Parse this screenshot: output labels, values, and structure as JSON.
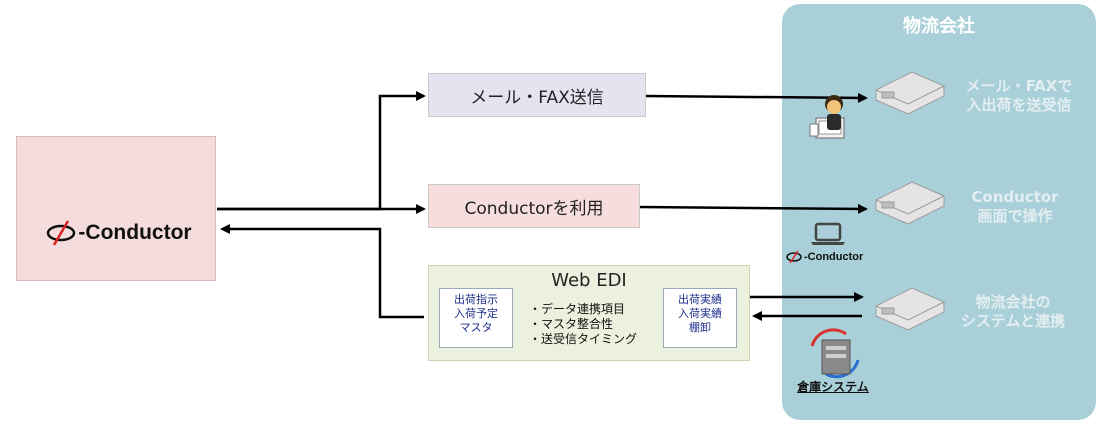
{
  "logistics": {
    "title": "物流会社"
  },
  "client": {
    "logo_text": "-Conductor"
  },
  "methods": {
    "mail": "メール・FAX送信",
    "conductor": "Conductorを利用",
    "webedi": {
      "title": "Web EDI",
      "left_doc": [
        "出荷指示",
        "入荷予定",
        "マスタ"
      ],
      "bullets": [
        "・データ連携項目",
        "・マスタ整合性",
        "・送受信タイミング"
      ],
      "right_doc": [
        "出荷実績",
        "入荷実績",
        "棚卸"
      ]
    }
  },
  "destinations": {
    "mail": [
      "メール・FAXで",
      "入出荷を送受信"
    ],
    "conductor": [
      "Conductor",
      "画面で操作"
    ],
    "system": [
      "物流会社の",
      "システムと連携"
    ]
  },
  "small_logo_text": "-Conductor",
  "warehouse_label": "倉庫システム"
}
